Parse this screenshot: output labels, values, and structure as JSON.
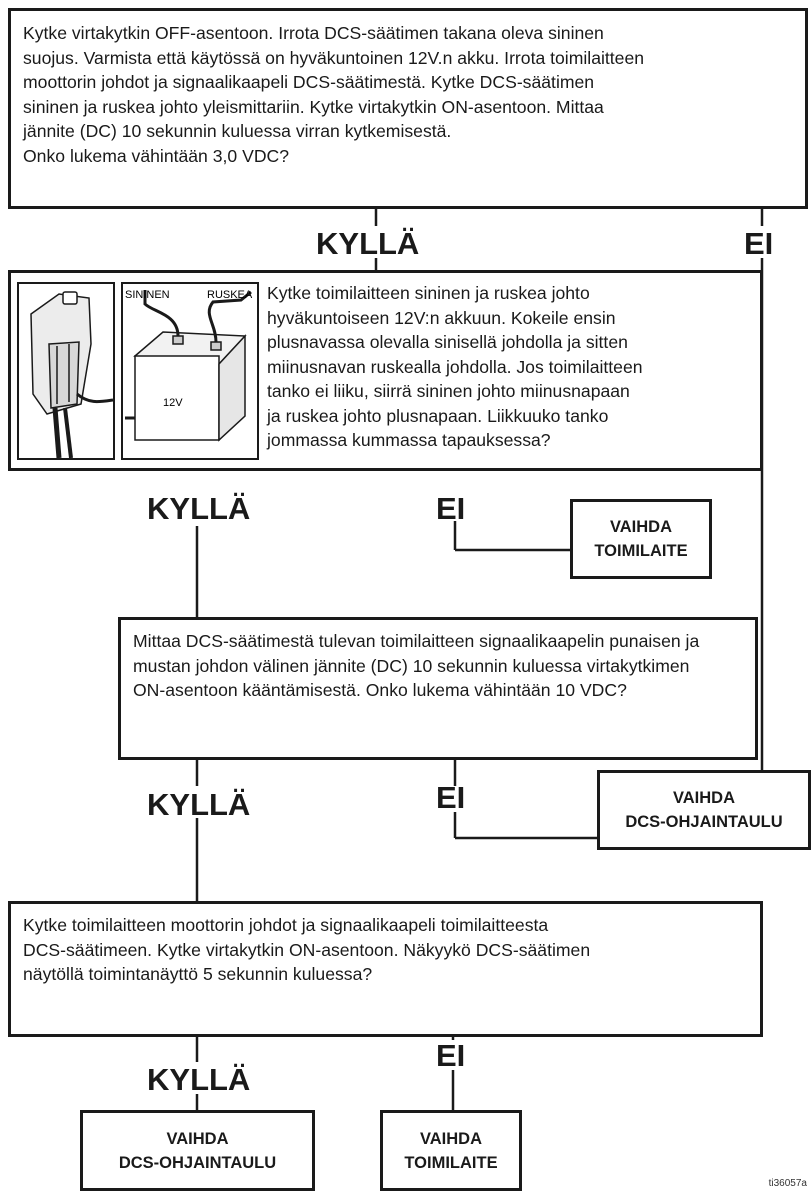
{
  "step1": {
    "lines": [
      "Kytke virtakytkin OFF-asentoon. Irrota DCS-säätimen takana oleva sininen",
      "suojus. Varmista että käytössä on hyväkuntoinen 12V.n akku. Irrota toimilaitteen",
      "moottorin johdot ja signaalikaapeli DCS-säätimestä.  Kytke DCS-säätimen",
      "sininen ja ruskea johto yleismittariin. Kytke virtakytkin ON-asentoon. Mittaa",
      "jännite (DC) 10 sekunnin kuluessa virran kytkemisestä.",
      "Onko lukema vähintään 3,0 VDC?"
    ]
  },
  "step2": {
    "lines": [
      "Kytke toimilaitteen sininen ja ruskea johto",
      "hyväkuntoiseen 12V:n akkuun. Kokeile ensin",
      "plusnavassa olevalla sinisellä johdolla ja sitten",
      "miinusnavan ruskealla johdolla. Jos toimilaitteen",
      "tanko ei liiku, siirrä sininen johto miinusnapaan",
      "ja ruskea johto plusnapaan. Liikkuuko tanko",
      "jommassa kummassa tapauksessa?"
    ],
    "figure": {
      "label_blue": "SININEN",
      "label_brown": "RUSKEA",
      "battery_label": "12V"
    }
  },
  "step3": {
    "lines": [
      "Mittaa DCS-säätimestä tulevan toimilaitteen signaalikaapelin punaisen ja",
      "mustan johdon välinen jännite (DC) 10 sekunnin kuluessa virtakytkimen",
      "ON-asentoon kääntämisestä. Onko lukema vähintään 10 VDC?"
    ]
  },
  "step4": {
    "lines": [
      "Kytke toimilaitteen moottorin johdot ja signaalikaapeli toimilaitteesta",
      "DCS-säätimeen. Kytke virtakytkin ON-asentoon. Näkyykö DCS-säätimen",
      "näytöllä toimintanäyttö 5 sekunnin kuluessa?"
    ]
  },
  "labels": {
    "yes": "KYLLÄ",
    "no": "EI"
  },
  "actions": {
    "replace_actuator": [
      "VAIHDA",
      "TOIMILAITE"
    ],
    "replace_board": [
      "VAIHDA",
      "DCS-OHJAINTAULU"
    ]
  },
  "reference": "ti36057a"
}
